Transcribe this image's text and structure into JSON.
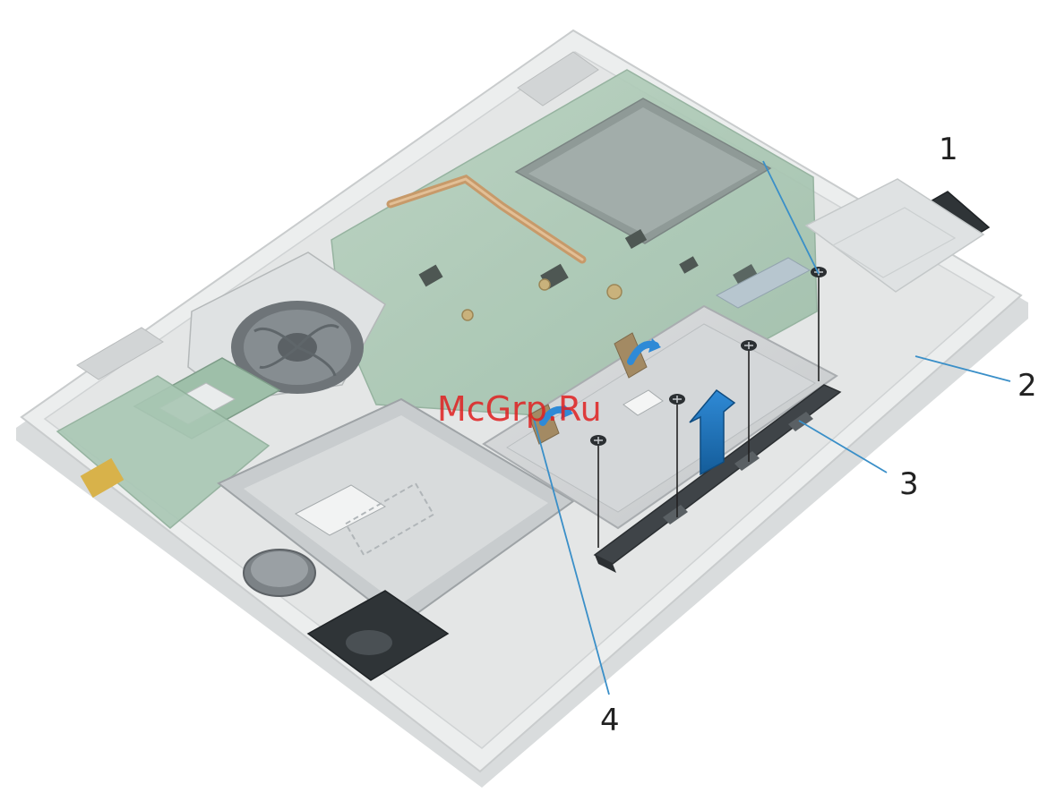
{
  "diagram": {
    "callouts": [
      {
        "id": 1,
        "label": "1"
      },
      {
        "id": 2,
        "label": "2"
      },
      {
        "id": 3,
        "label": "3"
      },
      {
        "id": 4,
        "label": "4"
      }
    ],
    "watermark": "McGrp.Ru",
    "colors": {
      "callout_line": "#3a8fc8",
      "arrow": "#1d72b8",
      "chassis": "#e8eaea",
      "board": "#a9c7b4",
      "bracket": "#3f4448"
    },
    "icons": [
      "screw-icon",
      "lift-arrow-icon",
      "peel-tape-arrow-icon"
    ]
  }
}
